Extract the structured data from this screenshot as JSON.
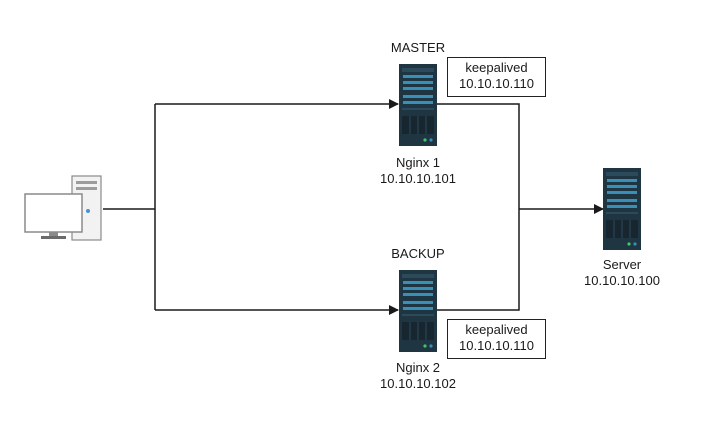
{
  "master": {
    "role_label": "MASTER",
    "name": "Nginx 1",
    "ip": "10.10.10.101",
    "keepalived": {
      "label": "keepalived",
      "vip": "10.10.10.110"
    }
  },
  "backup": {
    "role_label": "BACKUP",
    "name": "Nginx 2",
    "ip": "10.10.10.102",
    "keepalived": {
      "label": "keepalived",
      "vip": "10.10.10.110"
    }
  },
  "server": {
    "name": "Server",
    "ip": "10.10.10.100"
  },
  "colors": {
    "line": "#1a1a1a",
    "server_body": "#1f3542",
    "server_accent": "#3a8fb7"
  }
}
